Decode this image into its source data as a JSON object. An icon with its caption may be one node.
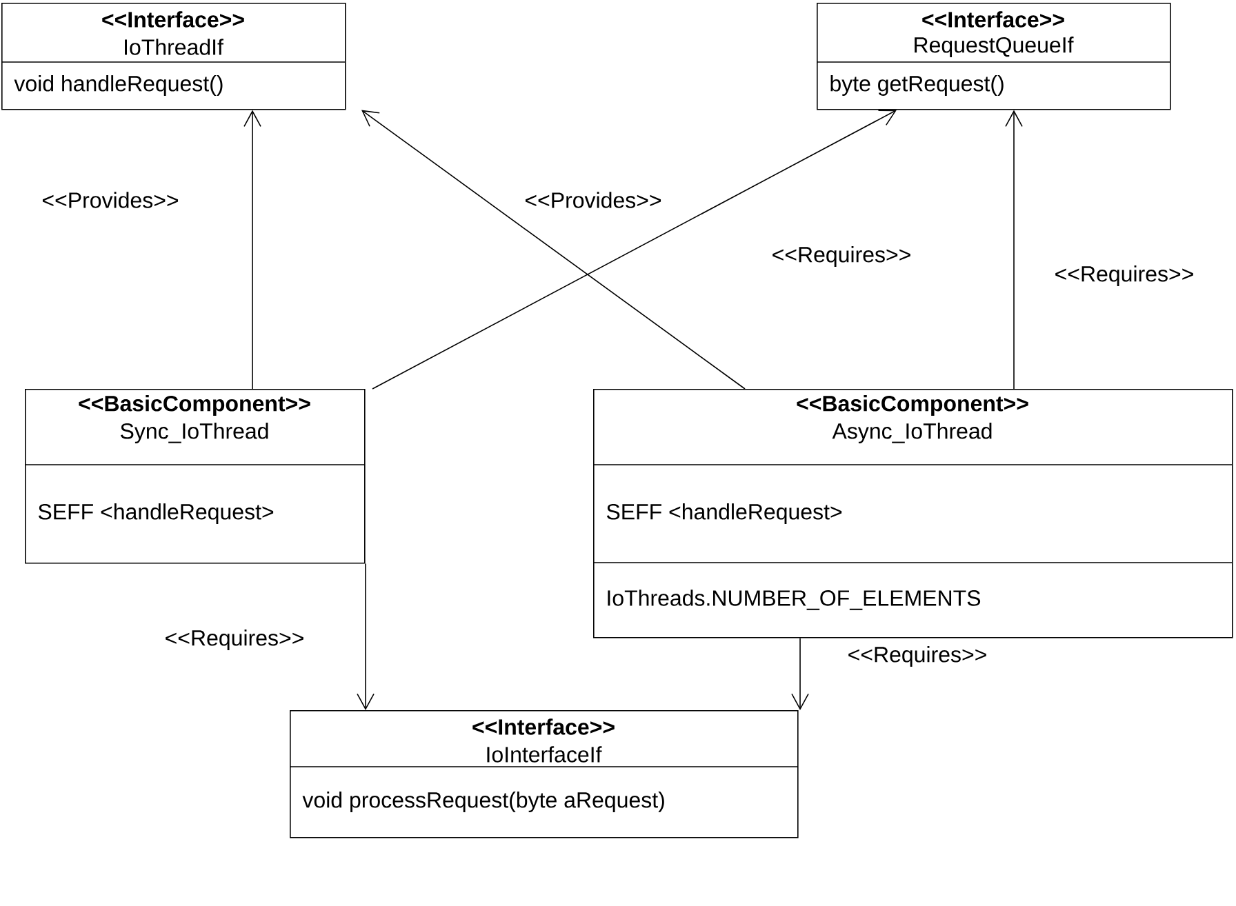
{
  "diagram": {
    "nodes": [
      {
        "text": [
          "<<Interface>>",
          "IoThreadIf",
          "void handleRequest()"
        ]
      },
      {
        "text": [
          "<<Interface>>",
          "RequestQueueIf",
          "byte getRequest()"
        ]
      },
      {
        "text": [
          "<<BasicComponent>>",
          "Sync_IoThread",
          "SEFF <handleRequest>"
        ]
      },
      {
        "text": [
          "<<BasicComponent>>",
          "Async_IoThread",
          "SEFF <handleRequest>",
          "IoThreads.NUMBER_OF_ELEMENTS"
        ]
      },
      {
        "text": [
          "<<Interface>>",
          "IoInterfaceIf",
          "void processRequest(byte aRequest)"
        ]
      }
    ],
    "edges": [
      {
        "from": 2,
        "to": 0,
        "arrow": "to",
        "label": "<<Provides>>"
      },
      {
        "from": 2,
        "to": 1,
        "arrow": "to",
        "label": "<<Requires>>"
      },
      {
        "from": 3,
        "to": 0,
        "arrow": "to",
        "label": "<<Provides>>"
      },
      {
        "from": 3,
        "to": 1,
        "arrow": "to",
        "label": "<<Requires>>"
      },
      {
        "from": 2,
        "to": 4,
        "arrow": "to",
        "label": "<<Requires>>"
      },
      {
        "from": 3,
        "to": 4,
        "arrow": "to",
        "label": "<<Requires>>"
      }
    ]
  }
}
